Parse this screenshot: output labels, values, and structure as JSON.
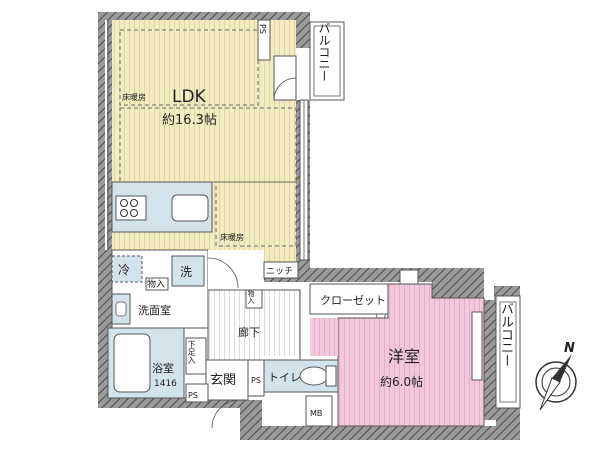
{
  "rooms": {
    "ldk": {
      "name": "LDK",
      "floor_heating": "床暖房",
      "size": "約16.3帖",
      "floor_heating_2": "床暖房"
    },
    "western": {
      "name": "洋室",
      "size": "約6.0帖"
    },
    "closet": {
      "name": "クローゼット"
    },
    "balcony_top": {
      "name": "バルコニー"
    },
    "balcony_right": {
      "name": "バルコニー"
    },
    "corridor": {
      "name": "廊下"
    },
    "entrance": {
      "name": "玄関"
    },
    "toilet": {
      "name": "トイレ"
    },
    "bath": {
      "name": "浴室",
      "size": "1416"
    },
    "washroom": {
      "name": "洗面室"
    },
    "fridge": {
      "name": "冷"
    },
    "washer": {
      "name": "洗"
    },
    "storage1": {
      "name": "物入"
    },
    "storage2": {
      "name": "物入"
    },
    "niche": {
      "name": "ニッチ"
    },
    "ps_top": {
      "name": "PS"
    },
    "ps_mid": {
      "name": "PS"
    },
    "ps_bottom": {
      "name": "PS"
    },
    "shoe": {
      "name": "下足入"
    },
    "mb": {
      "name": "MB"
    }
  },
  "compass": {
    "label": "N"
  },
  "colors": {
    "wall": "#8a8a8a",
    "ldk_floor": "#f3ebc1",
    "western_floor": "#f2c9dc",
    "wet_area": "#d3e3ec",
    "hatch": "#5a5a5a"
  }
}
